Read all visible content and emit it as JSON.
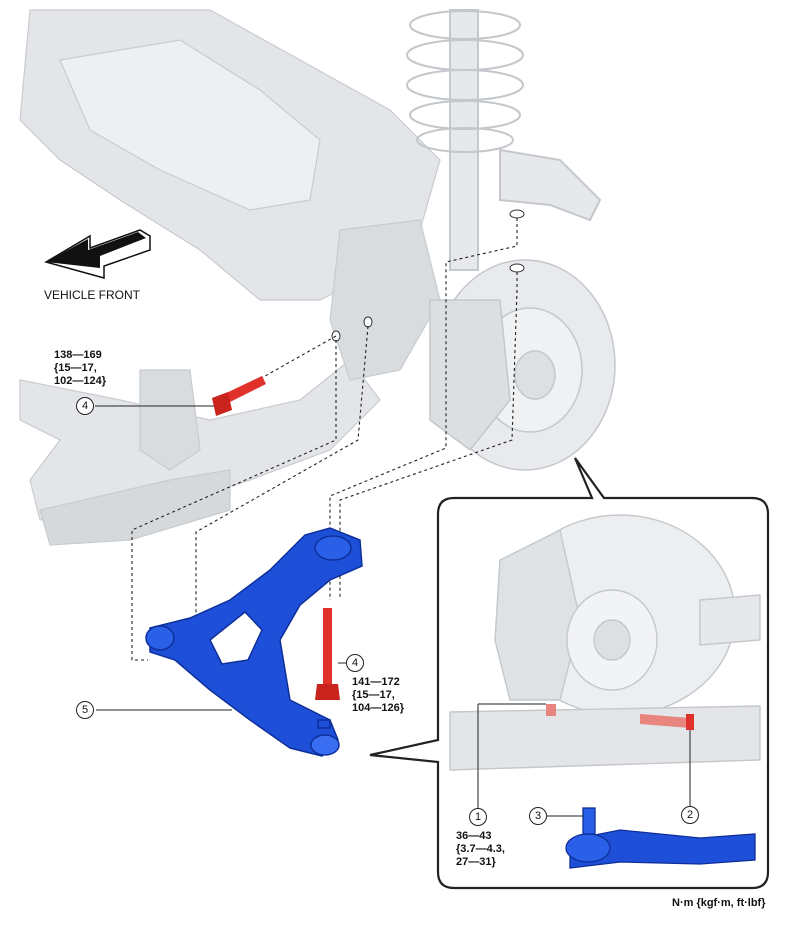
{
  "vehicle_front_label": "VEHICLE FRONT",
  "callouts": {
    "c1": "1",
    "c2": "2",
    "c3": "3",
    "c4_upper": "4",
    "c4_lower": "4",
    "c5": "5"
  },
  "torque": {
    "bolt4_upper": "138—169\n{15—17,\n102—124}",
    "bolt4_lower": "141—172\n{15—17,\n104—126}",
    "nut1": "36—43\n{3.7—4.3,\n27—31}"
  },
  "units_label": "N·m {kgf·m, ft·lbf}",
  "colors": {
    "part_blue": "#1e4fd8",
    "bolt_red": "#e0312b",
    "ghost_gray": "#d9dcdf",
    "line": "#222222"
  }
}
